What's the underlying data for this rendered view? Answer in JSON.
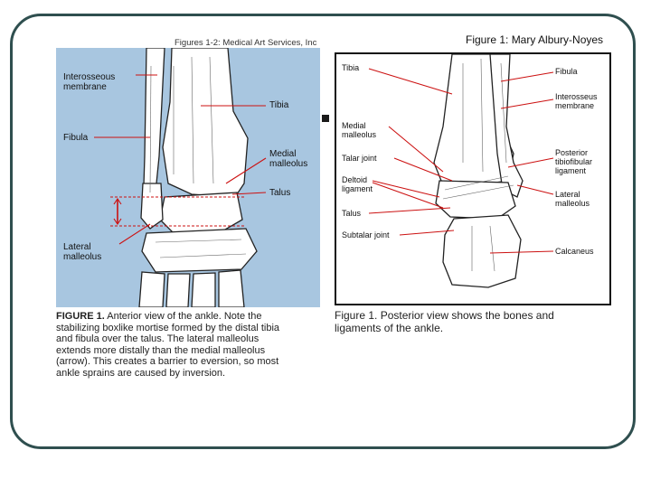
{
  "credits": {
    "left": "Figures 1-2: Medical Art Services, Inc",
    "right": "Figure 1: Mary Albury-Noyes"
  },
  "left_figure": {
    "labels": {
      "interosseous": "Interosseous\nmembrane",
      "tibia": "Tibia",
      "fibula": "Fibula",
      "medial": "Medial\nmalleolus",
      "talus": "Talus",
      "lateral": "Lateral\nmalleolus"
    },
    "caption_lead": "FIGURE 1.",
    "caption_body": " Anterior view of the ankle. Note the\nstabilizing boxlike mortise formed by the distal tibia\nand fibula over the talus. The lateral malleolus\nextends more distally than the medial malleolus\n(arrow). This creates a barrier to eversion, so most\nankle sprains are caused by inversion."
  },
  "right_figure": {
    "labels": {
      "tibia": "Tibia",
      "medial": "Medial\nmalleolus",
      "talar": "Talar joint",
      "deltoid": "Deltoid\nligament",
      "talus": "Talus",
      "subtalar": "Subtalar joint",
      "fibula": "Fibula",
      "interosseus": "Interosseus\nmembrane",
      "posterior": "Posterior\ntibiofibular\nligament",
      "lateral": "Lateral\nmalleolus",
      "calcaneus": "Calcaneus"
    },
    "caption": "Figure 1. Posterior view shows the bones and\nligaments of the ankle."
  },
  "colors": {
    "frame": "#2f4f4f",
    "left_panel_bg": "#a8c6e0",
    "leader_red": "#cc1111",
    "bone_fill": "#ffffff",
    "bone_line": "#222222"
  }
}
